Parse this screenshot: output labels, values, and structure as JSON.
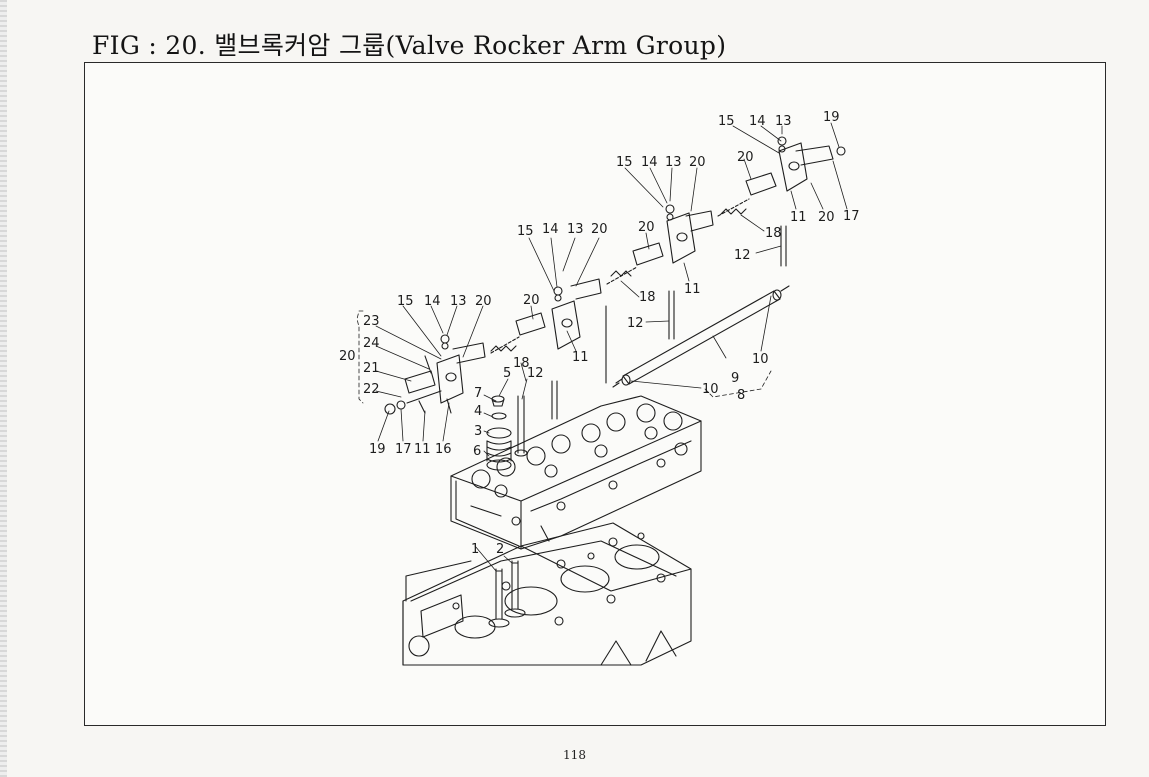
{
  "document": {
    "title": "FIG : 20. 밸브록커암 그룹(Valve Rocker Arm Group)",
    "page_number": "118"
  },
  "diagram": {
    "callouts": [
      {
        "id": "c01",
        "text": "15"
      },
      {
        "id": "c02",
        "text": "14"
      },
      {
        "id": "c03",
        "text": "13"
      },
      {
        "id": "c04",
        "text": "19"
      },
      {
        "id": "c05",
        "text": "15"
      },
      {
        "id": "c06",
        "text": "14"
      },
      {
        "id": "c07",
        "text": "13"
      },
      {
        "id": "c08",
        "text": "20"
      },
      {
        "id": "c09",
        "text": "20"
      },
      {
        "id": "c10",
        "text": "11"
      },
      {
        "id": "c11",
        "text": "20"
      },
      {
        "id": "c12",
        "text": "17"
      },
      {
        "id": "c13",
        "text": "18"
      },
      {
        "id": "c14",
        "text": "12"
      },
      {
        "id": "c15",
        "text": "15"
      },
      {
        "id": "c16",
        "text": "14"
      },
      {
        "id": "c17",
        "text": "13"
      },
      {
        "id": "c18",
        "text": "20"
      },
      {
        "id": "c19",
        "text": "20"
      },
      {
        "id": "c20",
        "text": "18"
      },
      {
        "id": "c21",
        "text": "11"
      },
      {
        "id": "c22",
        "text": "12"
      },
      {
        "id": "c23",
        "text": "15"
      },
      {
        "id": "c24",
        "text": "14"
      },
      {
        "id": "c25",
        "text": "13"
      },
      {
        "id": "c26",
        "text": "20"
      },
      {
        "id": "c27",
        "text": "20"
      },
      {
        "id": "c28",
        "text": "11"
      },
      {
        "id": "c29",
        "text": "18"
      },
      {
        "id": "c30",
        "text": "12"
      },
      {
        "id": "c31",
        "text": "23"
      },
      {
        "id": "c32",
        "text": "24"
      },
      {
        "id": "c33",
        "text": "20"
      },
      {
        "id": "c34",
        "text": "21"
      },
      {
        "id": "c35",
        "text": "22"
      },
      {
        "id": "c36",
        "text": "19"
      },
      {
        "id": "c37",
        "text": "17"
      },
      {
        "id": "c38",
        "text": "11"
      },
      {
        "id": "c39",
        "text": "16"
      },
      {
        "id": "c40",
        "text": "7"
      },
      {
        "id": "c41",
        "text": "5"
      },
      {
        "id": "c42",
        "text": "4"
      },
      {
        "id": "c43",
        "text": "3"
      },
      {
        "id": "c44",
        "text": "6"
      },
      {
        "id": "c45",
        "text": "10"
      },
      {
        "id": "c46",
        "text": "9"
      },
      {
        "id": "c47",
        "text": "10"
      },
      {
        "id": "c48",
        "text": "8"
      },
      {
        "id": "c49",
        "text": "1"
      },
      {
        "id": "c50",
        "text": "2"
      }
    ]
  }
}
